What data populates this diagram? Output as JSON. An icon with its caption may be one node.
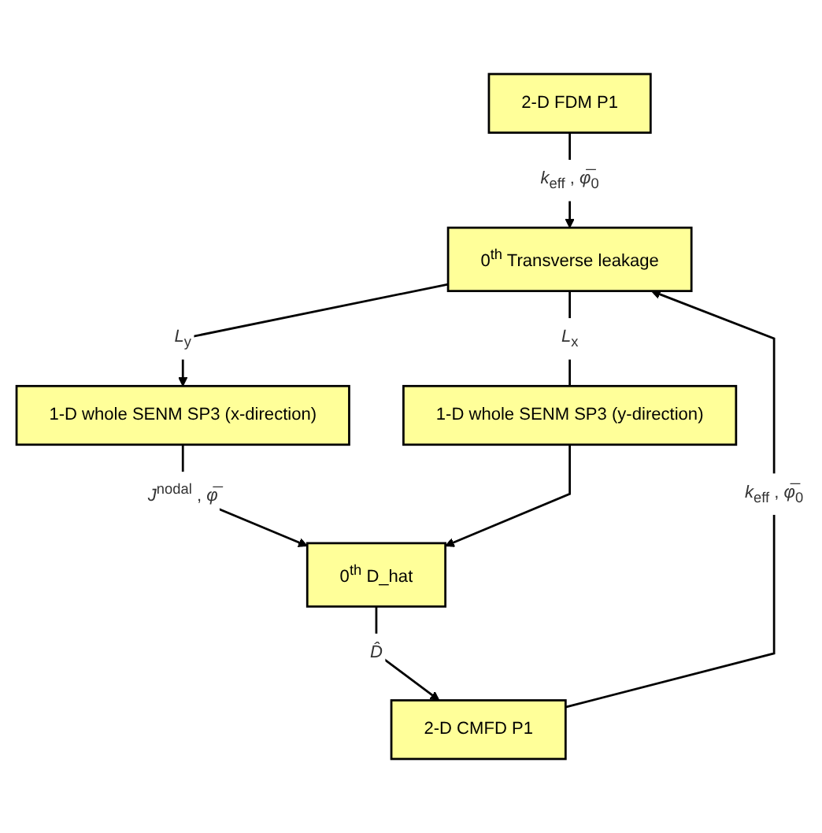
{
  "diagram": {
    "nodes": [
      {
        "text": [
          "2-D FDM P1"
        ]
      },
      {
        "text": [
          "0$^{th}$ Transverse leakage"
        ]
      },
      {
        "text": [
          "1-D whole SENM SP3 (x-direction)"
        ]
      },
      {
        "text": [
          "1-D whole SENM SP3 (y-direction)"
        ]
      },
      {
        "text": [
          "0$^{th}$ D_hat"
        ]
      },
      {
        "text": [
          "2-D CMFD P1"
        ]
      }
    ],
    "edges": [
      {
        "from": 0,
        "to": 1,
        "arrow": "to",
        "label": "*k*$_{eff}$ , *φ̅*$_{0}$"
      },
      {
        "from": 1,
        "to": 2,
        "arrow": "to",
        "label": "*L*$_{y}$"
      },
      {
        "from": 1,
        "to": 3,
        "arrow": "none",
        "label": "*L*$_{x}$"
      },
      {
        "from": 2,
        "to": 4,
        "arrow": "to",
        "label": "*J*$^{nodal}$ , *φ̅*"
      },
      {
        "from": 3,
        "to": 4,
        "arrow": "to"
      },
      {
        "from": 4,
        "to": 5,
        "arrow": "to",
        "label": "*D̂*"
      },
      {
        "from": 5,
        "to": 1,
        "arrow": "to",
        "label": "*k*$_{eff}$ , *φ̅*$_{0}$"
      }
    ]
  }
}
